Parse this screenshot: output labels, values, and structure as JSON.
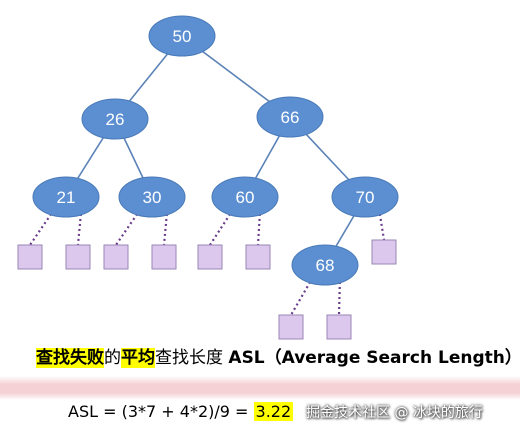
{
  "diagram": {
    "nodes": [
      {
        "id": "n50",
        "label": "50"
      },
      {
        "id": "n26",
        "label": "26"
      },
      {
        "id": "n66",
        "label": "66"
      },
      {
        "id": "n21",
        "label": "21"
      },
      {
        "id": "n30",
        "label": "30"
      },
      {
        "id": "n60",
        "label": "60"
      },
      {
        "id": "n70",
        "label": "70"
      },
      {
        "id": "n68",
        "label": "68"
      }
    ],
    "edges": [
      [
        "n50",
        "n26"
      ],
      [
        "n50",
        "n66"
      ],
      [
        "n26",
        "n21"
      ],
      [
        "n26",
        "n30"
      ],
      [
        "n66",
        "n60"
      ],
      [
        "n66",
        "n70"
      ],
      [
        "n70",
        "n68"
      ]
    ],
    "failure_node_count": 9,
    "colors": {
      "node_fill": "#5b8fd1",
      "node_stroke": "#4a7ab8",
      "node_text": "#ffffff",
      "edge": "#5a82b8",
      "leaf_fill": "#dcc8ec",
      "leaf_stroke": "#9a86b6",
      "leaf_edge": "#6a3d8c"
    }
  },
  "caption": {
    "part1": "查找失败",
    "part2": "的",
    "part3": "平均",
    "part4": "查找长度 ",
    "part5": "ASL（Average Search Length）"
  },
  "formula": {
    "expr": "ASL = (3*7 + 4*2)/9 = ",
    "result": "3.22"
  },
  "watermark": "掘金技术社区 @ 冰块的旅行",
  "highlight_color": "#ffff00"
}
